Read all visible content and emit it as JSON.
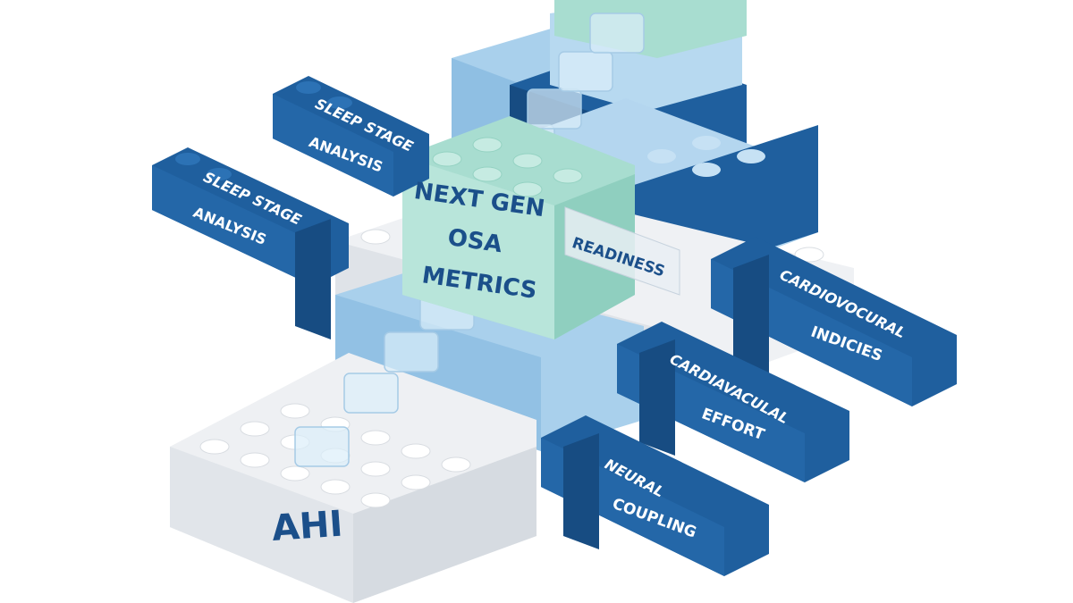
{
  "colors": {
    "dark_blue": "#1f5f9e",
    "light_blue": "#a9d0ec",
    "mint": "#a8ddd0",
    "white_brick": "#f2f3f5",
    "text_navy": "#1b4f8a",
    "text_white": "#ffffff"
  },
  "blocks": {
    "base": "AHI",
    "center": [
      "NEXT GEN",
      "OSA",
      "METRICS"
    ],
    "readiness": "READINESS",
    "sleep_top": [
      "SLEEP STAGE",
      "ANALYSIS"
    ],
    "sleep_left": [
      "SLEEP STAGE",
      "ANALYSIS"
    ],
    "cardio_indices": [
      "CARDIOVOCURAL",
      "INDICIES"
    ],
    "cardio_effort": [
      "CARDIAVACULAL",
      "EFFORT"
    ],
    "neural": [
      "NEURAL",
      "COUPLING"
    ]
  }
}
